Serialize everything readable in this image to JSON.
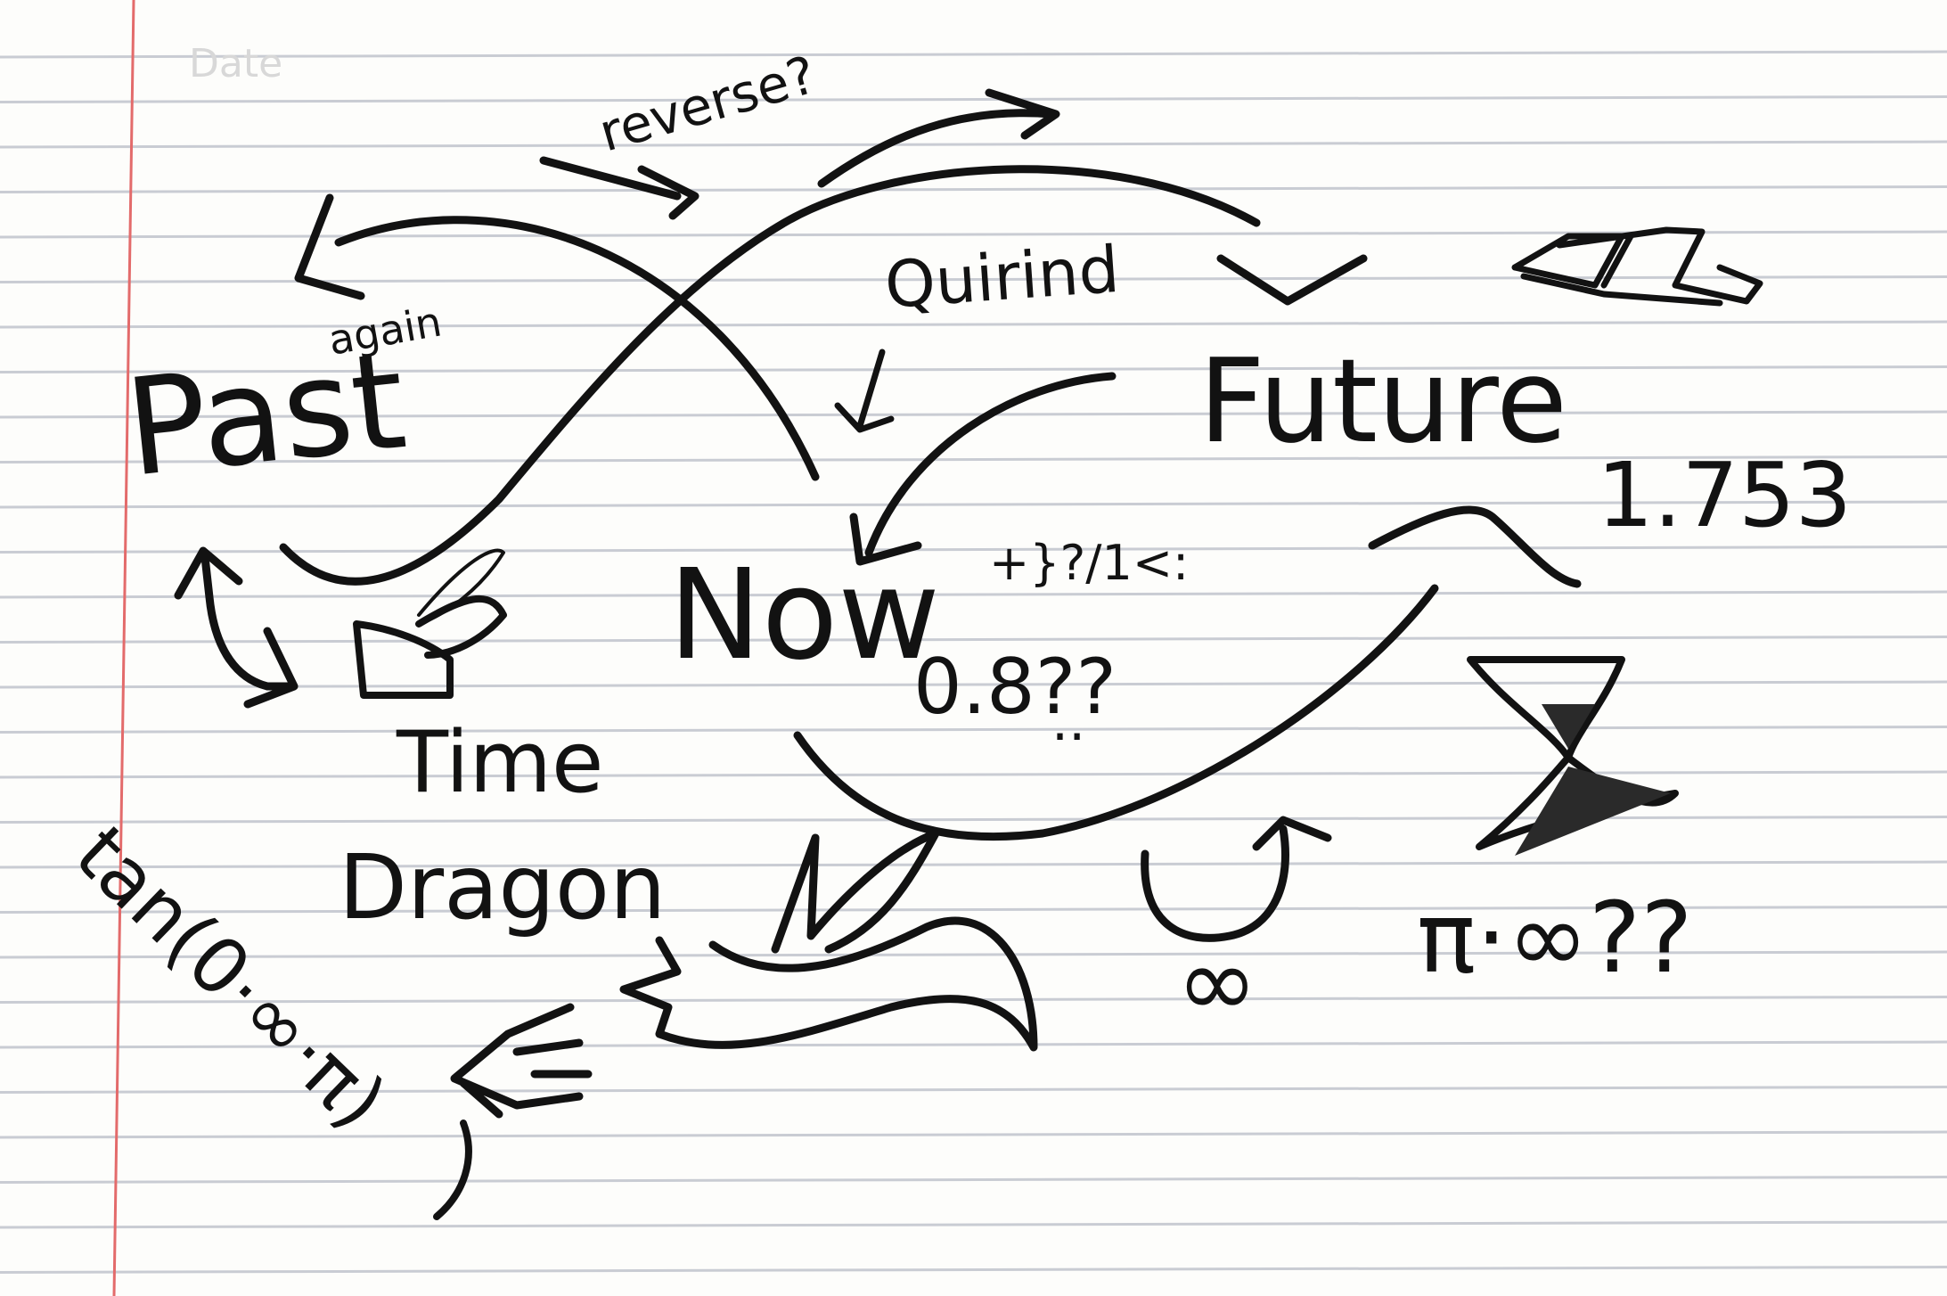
{
  "page_header": "Date",
  "nodes": {
    "past": "Past",
    "now": "Now",
    "future": "Future",
    "time_dragon_line1": "Time",
    "time_dragon_line2": "Dragon"
  },
  "annotations": {
    "reverse": "reverse?",
    "again": "again",
    "quirind": "Quirind",
    "future_value": "1.753",
    "now_scribble": "+}?/1<:",
    "now_value": "0.8??",
    "now_dots": "..",
    "infinity_symbol": "∞",
    "pi_infinity": "π·∞??",
    "tan_expression": "tan(0·∞·π)"
  },
  "paper": {
    "line_color": "#c9ccd3",
    "margin_color": "#e36b6b",
    "ink_color": "#121212",
    "background": "#fdfdfb"
  }
}
